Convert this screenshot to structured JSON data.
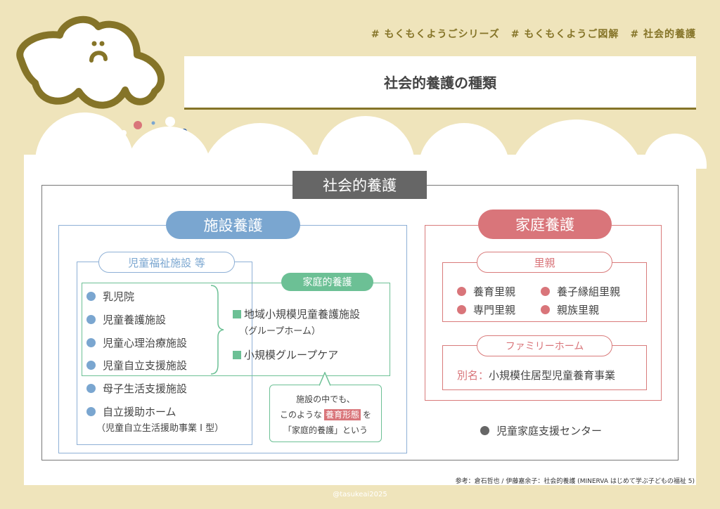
{
  "header": {
    "tags": [
      "# もくもくようごシリーズ",
      "# もくもくようご図解",
      "# 社会的養護"
    ],
    "title": "社会的養護の種類"
  },
  "diagram": {
    "root": "社会的養護",
    "facility": {
      "label": "施設養護",
      "group_label": "児童福祉施設 等",
      "items": [
        "乳児院",
        "児童養護施設",
        "児童心理治療施設",
        "児童自立支援施設",
        "母子生活支援施設",
        "自立援助ホーム"
      ],
      "item_note": "（児童自立生活援助事業 Ⅰ 型）",
      "family_like": {
        "label": "家庭的養護",
        "items": [
          "地域小規模児童養護施設",
          "小規模グループケア"
        ],
        "item_note": "（グループホーム）"
      },
      "callout": {
        "line1": "施設の中でも、",
        "line2_pre": "このような",
        "highlight": "養育形態",
        "line2_post": "を",
        "line3": "「家庭的養護」という"
      }
    },
    "family": {
      "label": "家庭養護",
      "foster": {
        "label": "里親",
        "items": [
          "養育里親",
          "養子縁組里親",
          "専門里親",
          "親族里親"
        ]
      },
      "family_home": {
        "label": "ファミリーホーム",
        "alias_label": "別名：",
        "alias": "小規模住居型児童養育事業"
      }
    },
    "center": "児童家庭支援センター"
  },
  "footer": {
    "reference": "参考：倉石哲也 / 伊藤嘉余子：社会的養護 (MINERVA はじめて学ぶ子どもの福祉 5)",
    "watermark": "@tasukeai2025"
  },
  "colors": {
    "olive": "#857428",
    "blue": "#7aa6d0",
    "green": "#6cc095",
    "red": "#d9757a",
    "gray": "#666666"
  }
}
